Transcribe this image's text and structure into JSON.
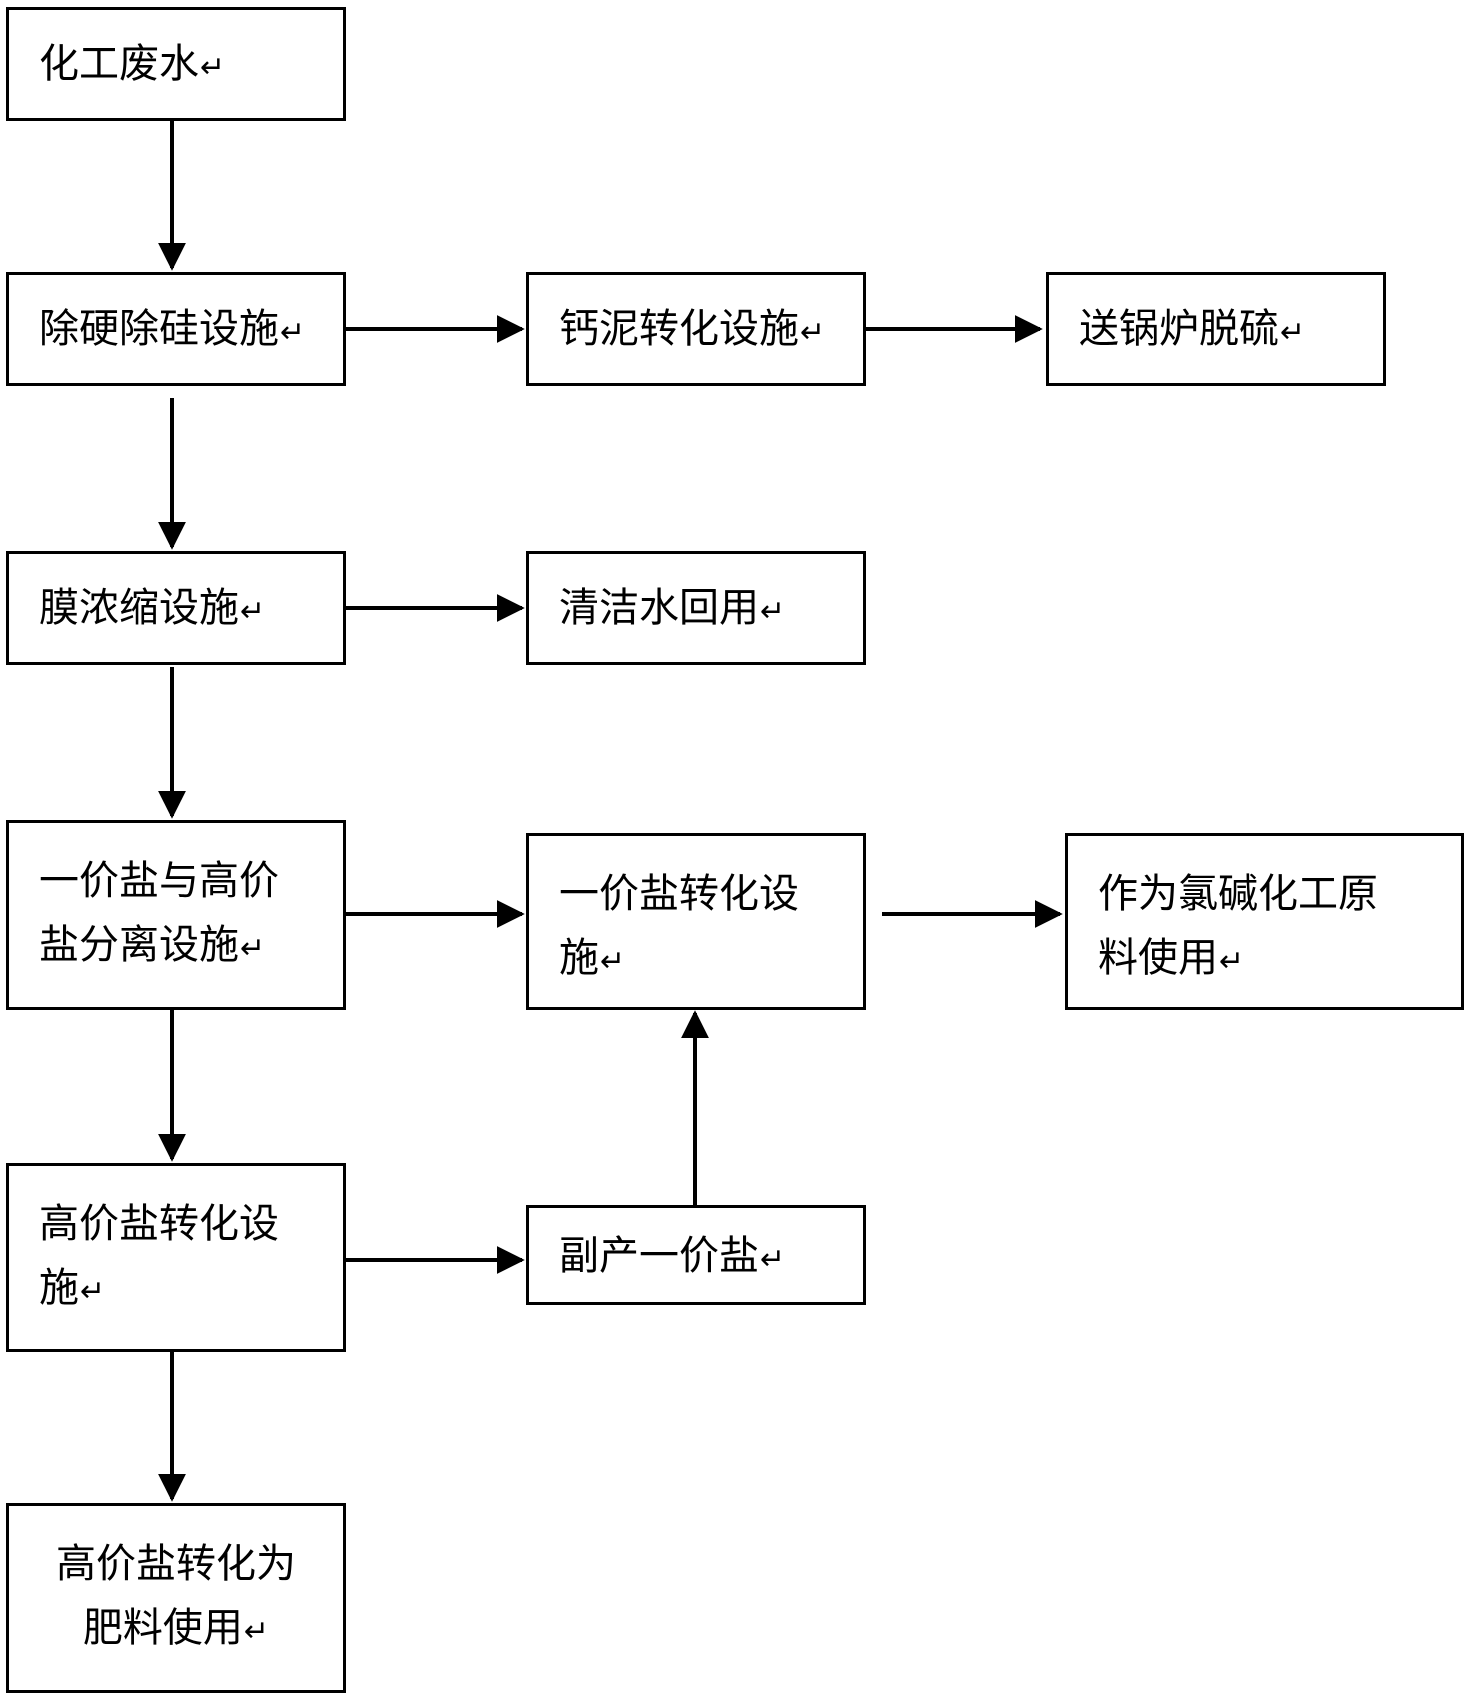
{
  "diagram": {
    "return_mark": "↵",
    "nodes": {
      "wastewater": "化工废水",
      "hardness_silica_removal": "除硬除硅设施",
      "calcium_sludge_conversion": "钙泥转化设施",
      "boiler_desulfurization": "送锅炉脱硫",
      "membrane_concentration": "膜浓缩设施",
      "clean_water_reuse": "清洁水回用",
      "salt_separation": "一价盐与高价\n盐分离设施",
      "monovalent_salt_conversion": "一价盐转化设\n施",
      "chlor_alkali_feedstock": "作为氯碱化工原\n料使用",
      "multivalent_salt_conversion": "高价盐转化设\n施",
      "byproduct_monovalent_salt": "副产一价盐",
      "fertilizer_use": "高价盐转化为\n肥料使用"
    }
  }
}
